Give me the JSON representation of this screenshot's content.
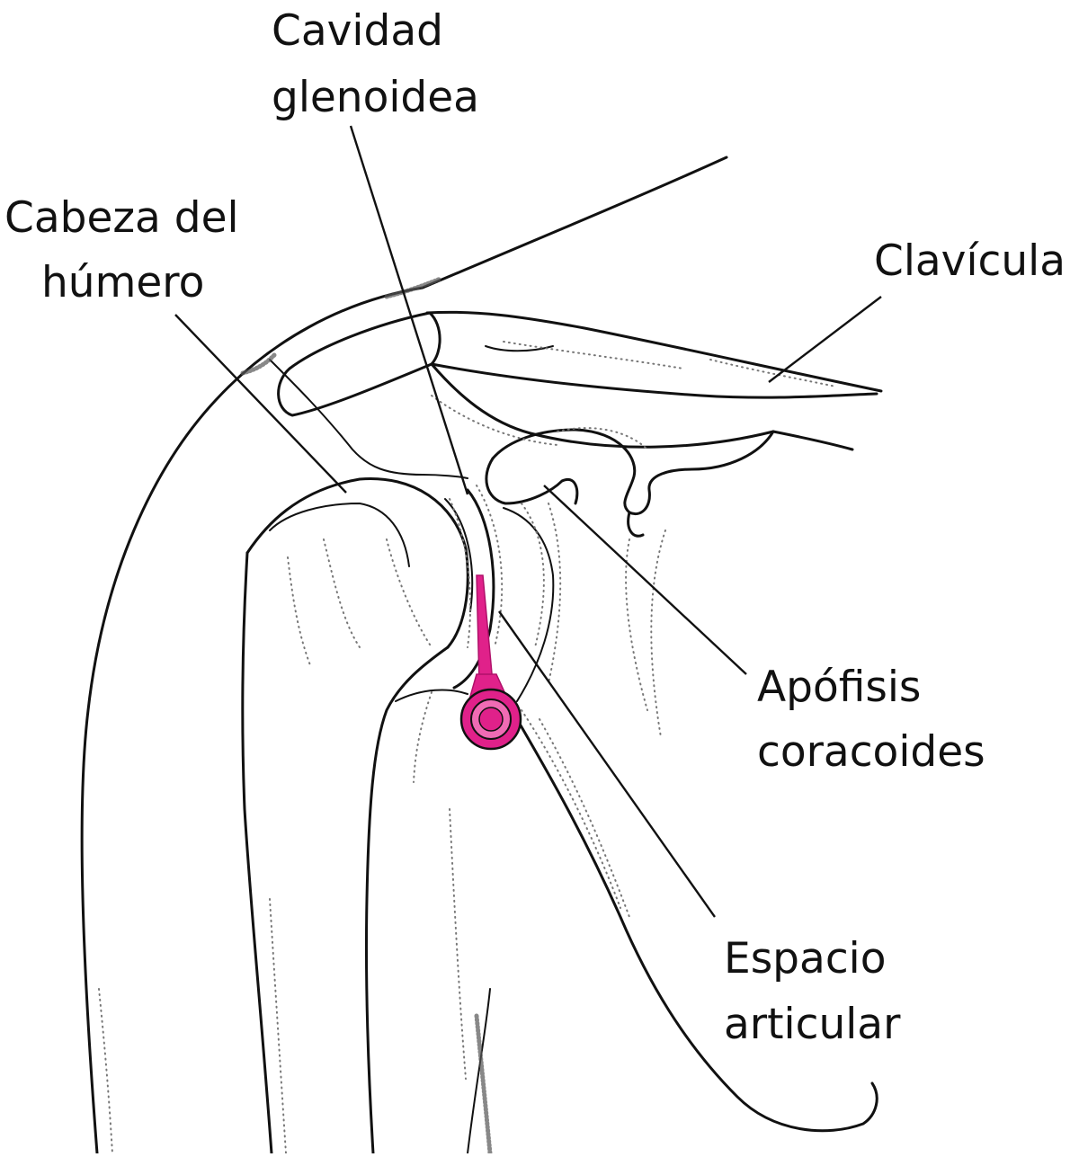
{
  "labels": {
    "cavidad_glenoidea": [
      "Cavidad",
      "glenoidea"
    ],
    "cabeza_humero": [
      "Cabeza del",
      "húmero"
    ],
    "clavicula": [
      "Clavícula"
    ],
    "apofisis_coracoides": [
      "Apófisis",
      "coracoides"
    ],
    "espacio_articular": [
      "Espacio",
      "articular"
    ]
  },
  "colors": {
    "line": "#111111",
    "needle": "#e0218a",
    "needle_dark": "#b0106a",
    "background": "#ffffff"
  },
  "icons": {
    "needle": "injection-needle-icon"
  }
}
